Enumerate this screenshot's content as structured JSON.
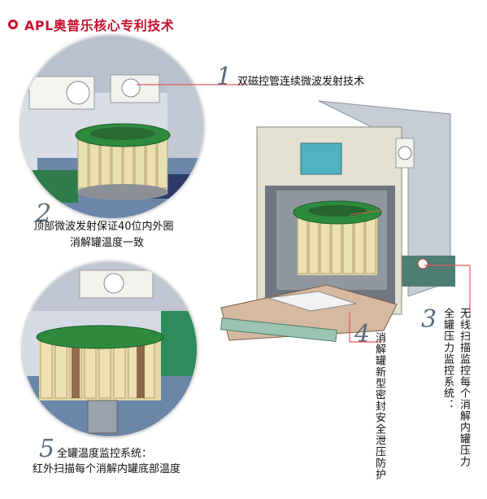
{
  "header": {
    "title": "APL奥普乐核心专利技术"
  },
  "callouts": [
    {
      "number": "1",
      "text": "双磁控管连续微波发射技术"
    },
    {
      "number": "2",
      "lines": [
        "顶部微波发射保证40位内外圈",
        "消解罐温度一致"
      ]
    },
    {
      "number": "3",
      "lines": [
        "无线扫描监控每个消解内罐压力",
        "全罐压力监控系统："
      ]
    },
    {
      "number": "4",
      "lines": [
        "消解罐新型密封安全泄压防护"
      ]
    },
    {
      "number": "5",
      "lines": [
        "全罐温度监控系统：",
        "红外扫描每个消解内罐底部温度"
      ]
    }
  ],
  "colors": {
    "title": "#c8102e",
    "number": "#5b6b7e",
    "leader_line": "#e05a5a"
  }
}
